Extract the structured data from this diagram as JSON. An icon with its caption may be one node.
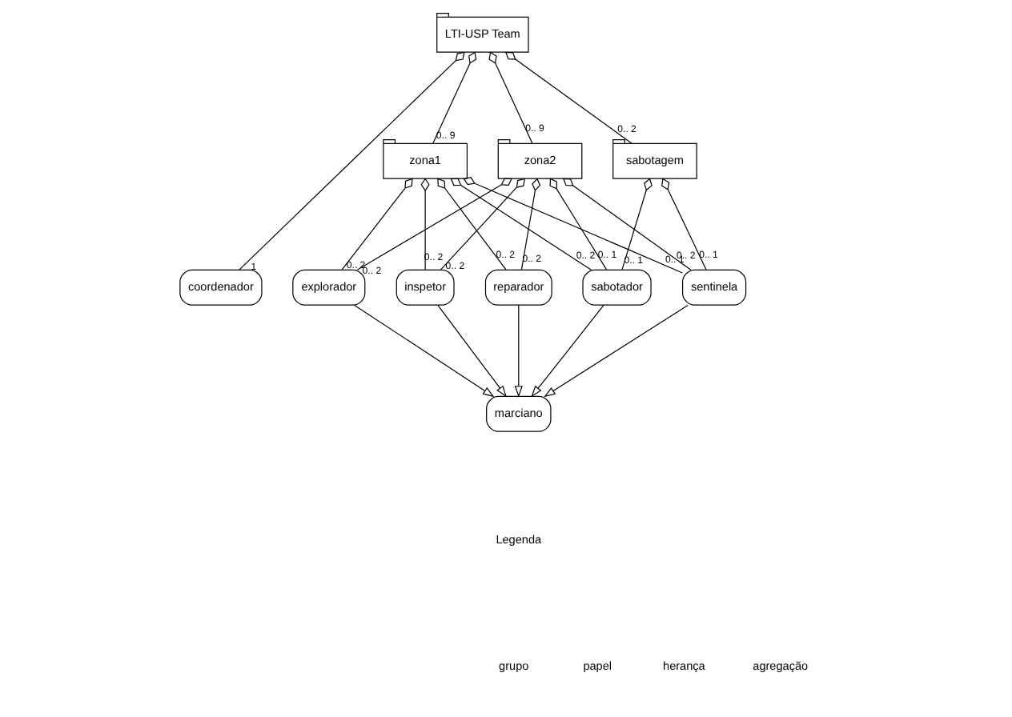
{
  "diagram": {
    "nodes": [
      {
        "text": [
          "LTI-USP Team"
        ]
      },
      {
        "text": [
          "zona1"
        ]
      },
      {
        "text": [
          "zona2"
        ]
      },
      {
        "text": [
          "sabotagem"
        ]
      },
      {
        "text": [
          "coordenador"
        ]
      },
      {
        "text": [
          "explorador"
        ]
      },
      {
        "text": [
          "inspetor"
        ]
      },
      {
        "text": [
          "reparador"
        ]
      },
      {
        "text": [
          "sabotador"
        ]
      },
      {
        "text": [
          "sentinela"
        ]
      },
      {
        "text": [
          "marciano"
        ]
      }
    ],
    "edges": [
      {
        "from": 0,
        "to": 4,
        "arrow": "other",
        "label": "1"
      },
      {
        "from": 0,
        "to": 1,
        "arrow": "other",
        "label": "0.. 9"
      },
      {
        "from": 0,
        "to": 2,
        "arrow": "other",
        "label": "0.. 9"
      },
      {
        "from": 0,
        "to": 3,
        "arrow": "other",
        "label": "0.. 2"
      },
      {
        "from": 1,
        "to": 5,
        "arrow": "other",
        "label": "0.. 2"
      },
      {
        "from": 1,
        "to": 6,
        "arrow": "other",
        "label": "0.. 2"
      },
      {
        "from": 1,
        "to": 7,
        "arrow": "other",
        "label": "0.. 2"
      },
      {
        "from": 1,
        "to": 8,
        "arrow": "other",
        "label": "0.. 2"
      },
      {
        "from": 1,
        "to": 9,
        "arrow": "other",
        "label": "0.. 1"
      },
      {
        "from": 2,
        "to": 5,
        "arrow": "other",
        "label": "0.. 2"
      },
      {
        "from": 2,
        "to": 6,
        "arrow": "other",
        "label": "0.. 2"
      },
      {
        "from": 2,
        "to": 7,
        "arrow": "other",
        "label": "0.. 2"
      },
      {
        "from": 2,
        "to": 8,
        "arrow": "other",
        "label": "0.. 1"
      },
      {
        "from": 2,
        "to": 9,
        "arrow": "other",
        "label": "0.. 2"
      },
      {
        "from": 3,
        "to": 8,
        "arrow": "other",
        "label": "0.. 1"
      },
      {
        "from": 3,
        "to": 9,
        "arrow": "other",
        "label": "0.. 1"
      },
      {
        "from": 5,
        "to": 10,
        "arrow": "to"
      },
      {
        "from": 6,
        "to": 10,
        "arrow": "to"
      },
      {
        "from": 7,
        "to": 10,
        "arrow": "to"
      },
      {
        "from": 8,
        "to": 10,
        "arrow": "to"
      },
      {
        "from": 9,
        "to": 10,
        "arrow": "to"
      }
    ],
    "labels": [
      "Legenda"
    ],
    "legend": [
      {
        "text": "grupo"
      },
      {
        "text": "papel"
      },
      {
        "text": "herança"
      },
      {
        "text": "agregação"
      }
    ]
  }
}
